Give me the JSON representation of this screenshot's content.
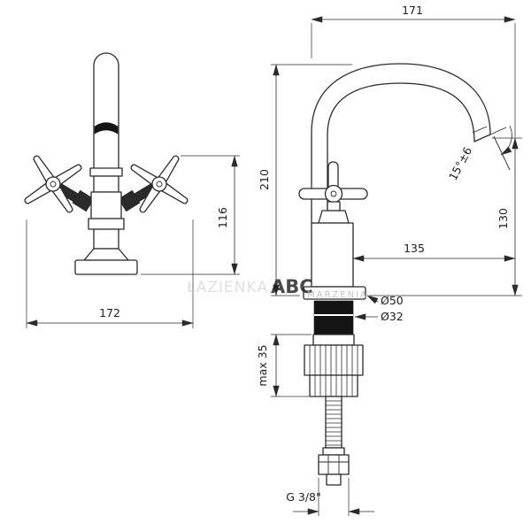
{
  "drawing_title": "faucet-technical-drawing",
  "front_view": {
    "dims": {
      "height": "116",
      "width": "172"
    }
  },
  "side_view": {
    "dims": {
      "top_width": "171",
      "total_height": "210",
      "spout_height": "130",
      "spout_reach": "135",
      "spout_angle": "15°±6",
      "base_diameter": "Ø50",
      "shank_diameter": "Ø32",
      "max_thickness": "max 35",
      "thread": "G 3/8\""
    }
  },
  "watermark": {
    "prefix": "ŁAZIENKA",
    "brand": "ABC",
    "tagline": "MARZENIA",
    "brand_color": "#8dc63f"
  }
}
